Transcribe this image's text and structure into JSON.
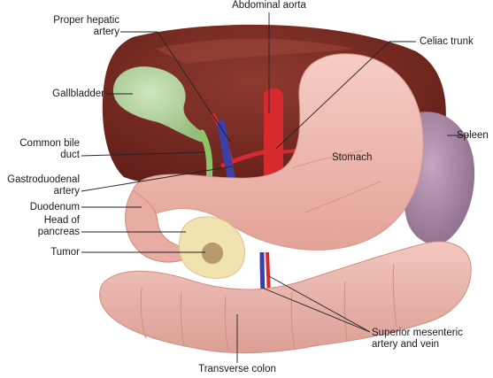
{
  "labels": {
    "proper_hepatic_artery": [
      "Proper hepatic",
      "artery"
    ],
    "abdominal_aorta": "Abdominal aorta",
    "celiac_trunk": "Celiac trunk",
    "gallbladder": "Gallbladder",
    "common_bile_duct": [
      "Common bile",
      "duct"
    ],
    "spleen": "Spleen",
    "stomach": "Stomach",
    "gastroduodenal_artery": [
      "Gastroduodenal",
      "artery"
    ],
    "duodenum": "Duodenum",
    "head_of_pancreas": [
      "Head of",
      "pancreas"
    ],
    "tumor": "Tumor",
    "superior_mesenteric": [
      "Superior mesenteric",
      "artery and vein"
    ],
    "transverse_colon": "Transverse colon"
  },
  "colors": {
    "liver": "#7a2a22",
    "stomach": "#edb6ad",
    "gallbladder": "#a9cc91",
    "spleen": "#a98aa8",
    "colon": "#e8b2a8",
    "pancreas": "#f2e2b0",
    "tumor": "#b49a6e",
    "artery": "#d62a2f",
    "vein": "#3d3fa6",
    "bile_duct": "#8dc46b"
  }
}
